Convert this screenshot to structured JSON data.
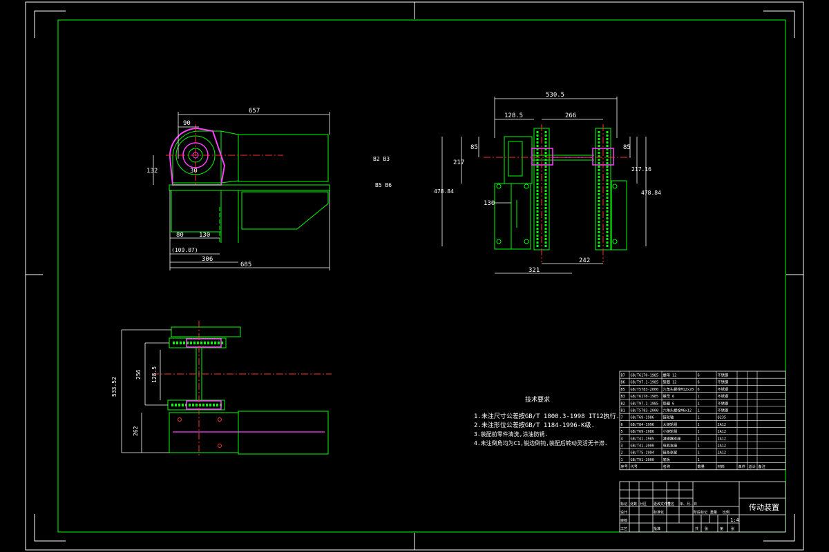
{
  "drawing": {
    "title_block_name": "传动装置",
    "scale": "1:4",
    "colors": {
      "frame": "#ffffff",
      "body": "#00ff00",
      "part": "#ff40ff",
      "center": "#ff3030",
      "dim": "#ffffff",
      "table": "#ffffff"
    }
  },
  "view_front": {
    "dims": [
      "657",
      "90",
      "132",
      "30",
      "80",
      "130",
      "(109.07)",
      "306",
      "685"
    ]
  },
  "view_side": {
    "dims": [
      "530.5",
      "128.5",
      "266",
      "85",
      "217",
      "478.84",
      "85",
      "217.16",
      "478.84",
      "130",
      "242",
      "321"
    ]
  },
  "view_top": {
    "dims": [
      "533.52",
      "256",
      "128.5",
      "262"
    ]
  },
  "section_marks": [
    "B2 B3",
    "B5 B6"
  ],
  "tech_req": {
    "title": "技术要求",
    "items": [
      "1.未注尺寸公差按GB/T 1800.3-1998 IT12执行.",
      "2.未注形位公差按GB/T 1184-1996-K级.",
      "3.装配前零件清洗,涂油防锈.",
      "4.未注倒角均为C1,锐边倒钝,装配后转动灵活无卡滞."
    ]
  },
  "bom": {
    "rows": [
      {
        "no": "B7",
        "code": "GB/T6170-1985",
        "name": "螺母 12",
        "qty": "6",
        "mat": "不锈钢"
      },
      {
        "no": "B6",
        "code": "GB/T97.1-1985",
        "name": "垫圈 12",
        "qty": "6",
        "mat": "不锈钢"
      },
      {
        "no": "B5",
        "code": "GB/T5783-2000",
        "name": "六角头螺栓M12x20",
        "qty": "6",
        "mat": "不锈钢"
      },
      {
        "no": "B3",
        "code": "GB/T6170-1985",
        "name": "螺母 6",
        "qty": "1",
        "mat": "不锈钢"
      },
      {
        "no": "B2",
        "code": "GB/T97.1-1985",
        "name": "垫圈 6",
        "qty": "1",
        "mat": "不锈钢"
      },
      {
        "no": "B1",
        "code": "GB/T5783-2000",
        "name": "六角头螺栓M6x12",
        "qty": "1",
        "mat": "不锈钢"
      },
      {
        "no": "7",
        "code": "GB/T69-1986",
        "name": "链轮轴",
        "qty": "1",
        "mat": "Q235"
      },
      {
        "no": "6",
        "code": "GB/T84-1996",
        "name": "大链轮组",
        "qty": "1",
        "mat": "2A12"
      },
      {
        "no": "5",
        "code": "GB/T69-1986",
        "name": "小链轮组",
        "qty": "1",
        "mat": "2A12"
      },
      {
        "no": "4",
        "code": "GB/T41-1985",
        "name": "减速器支座",
        "qty": "1",
        "mat": "2A12"
      },
      {
        "no": "3",
        "code": "GB/T41-2000",
        "name": "电机支座",
        "qty": "1",
        "mat": "2A12"
      },
      {
        "no": "2",
        "code": "GB/T75-1994",
        "name": "链条张紧",
        "qty": "1",
        "mat": "2A12"
      },
      {
        "no": "1",
        "code": "GB/T91-2000",
        "name": "底板",
        "qty": "1",
        "mat": ""
      }
    ],
    "header": {
      "no": "序号",
      "code": "代号",
      "name": "名称",
      "qty": "数量",
      "mat": "材料",
      "w1": "单件",
      "w2": "总计",
      "note": "备注"
    }
  },
  "title_block": {
    "row1": [
      "标记",
      "处数",
      "分区",
      "更改文件号",
      "签名",
      "年、月、日"
    ],
    "row2": [
      "设计",
      "",
      "标准化",
      "",
      "阶段标记",
      "重量",
      "比例"
    ],
    "row3": [
      "审核",
      "",
      "",
      ""
    ],
    "row4": [
      "工艺",
      "",
      "批准",
      ""
    ],
    "bottom": [
      "共",
      "张",
      "第",
      "张"
    ]
  }
}
